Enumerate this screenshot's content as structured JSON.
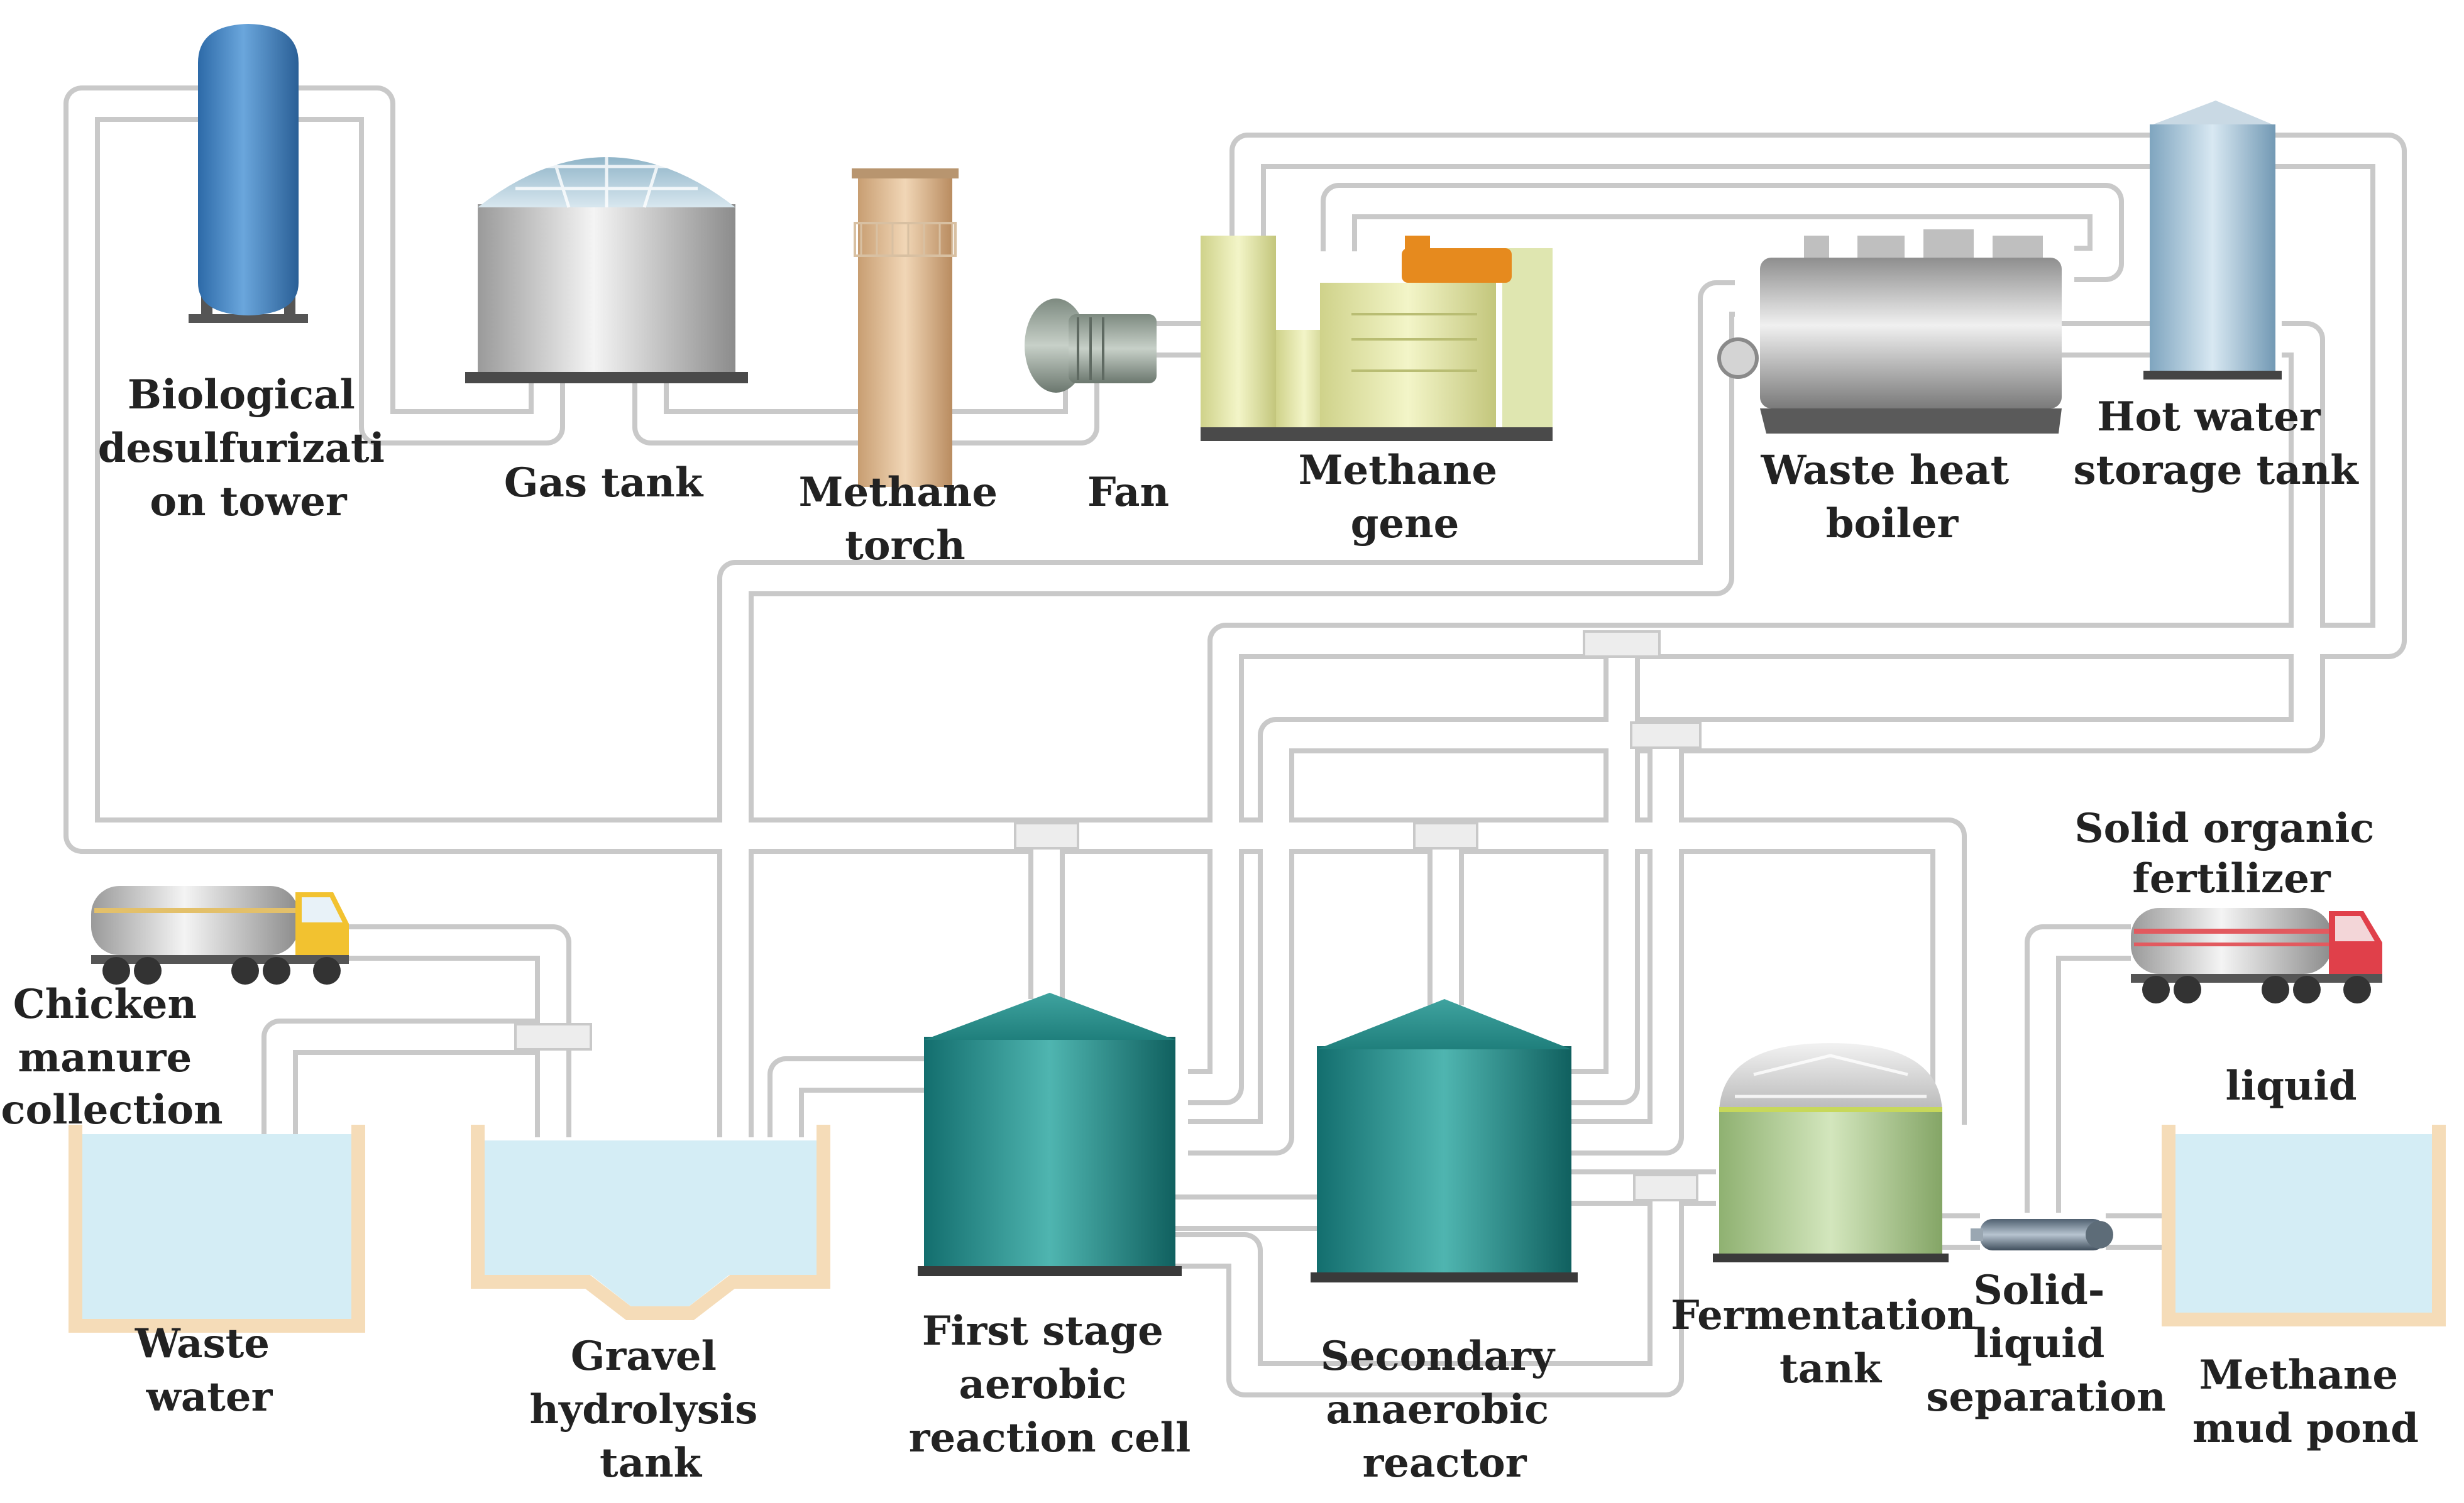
{
  "labels": {
    "biological_desulfurization_tower": [
      "Biological",
      "desulfurizati",
      "on tower"
    ],
    "gas_tank": [
      "Gas tank"
    ],
    "methane_torch": [
      "Methane",
      "torch"
    ],
    "fan": [
      "Fan"
    ],
    "methane_gene": [
      "Methane",
      "gene"
    ],
    "waste_heat_boiler": [
      "Waste heat",
      "boiler"
    ],
    "hot_water_storage_tank": [
      "Hot water",
      "storage tank"
    ],
    "chicken_manure_collection": [
      "Chicken",
      "manure",
      "collection"
    ],
    "waste_water": [
      "Waste",
      "water"
    ],
    "gravel_hydrolysis_tank": [
      "Gravel",
      "hydrolysis",
      "tank"
    ],
    "first_stage_aerobic_reaction_cell": [
      "First stage",
      "aerobic",
      "reaction cell"
    ],
    "secondary_anaerobic_reactor": [
      "Secondary",
      "anaerobic",
      "reactor"
    ],
    "fermentation_tank": [
      "Fermentation",
      "tank"
    ],
    "solid_liquid_separation": [
      "Solid-",
      "liquid",
      "separation"
    ],
    "solid_organic_fertilizer": [
      "Solid organic",
      "fertilizer"
    ],
    "liquid": [
      "liquid"
    ],
    "methane_mud_pond": [
      "Methane",
      "mud pond"
    ]
  },
  "colors": {
    "pipe_outline": "#c9c9c9",
    "pipe_fill": "#ffffff",
    "tower_blue": "#3f7fbf",
    "teal_reactor": "#1f8a8a",
    "fermentation_green": "#a9c98a",
    "generator_yellow": "#e8eab0",
    "pond_water": "#d4edf5",
    "pond_rim": "#f5dcb8",
    "truck_cab_yellow": "#f2c230",
    "truck_cab_red": "#e0404a",
    "label_text": "#222222"
  }
}
